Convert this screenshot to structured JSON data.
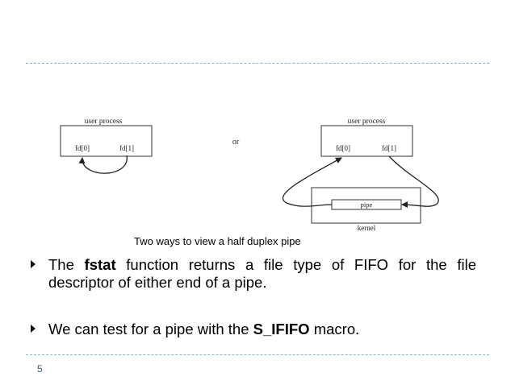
{
  "diagram": {
    "left": {
      "title": "user process",
      "fd0": "fd[0]",
      "fd1": "fd[1]"
    },
    "or_label": "or",
    "right": {
      "title": "user process",
      "fd0": "fd[0]",
      "fd1": "fd[1]",
      "pipe": "pipe",
      "kernel": "kernel"
    }
  },
  "caption": "Two ways to view a half duplex pipe",
  "bullets": [
    {
      "pre": "The ",
      "bold": "fstat",
      "post": " function returns a file type of FIFO for the file descriptor of either end of a pipe."
    },
    {
      "pre": "We can test for a pipe with the ",
      "bold": "S_IFIFO",
      "post": " macro."
    }
  ],
  "slide_number": "5"
}
